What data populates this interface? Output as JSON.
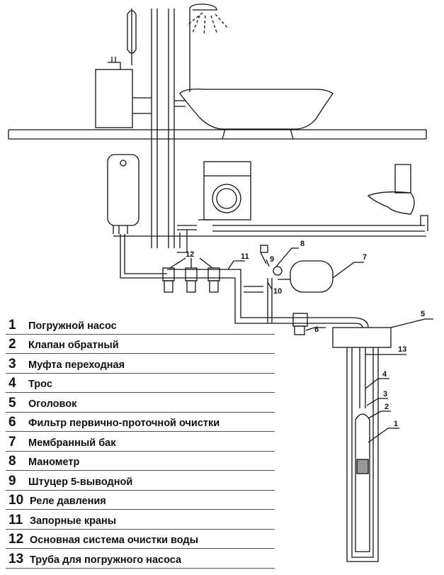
{
  "legend": [
    {
      "num": "1",
      "text": "Погружной насос"
    },
    {
      "num": "2",
      "text": "Клапан обратный"
    },
    {
      "num": "3",
      "text": "Муфта переходная"
    },
    {
      "num": "4",
      "text": "Трос"
    },
    {
      "num": "5",
      "text": "Оголовок"
    },
    {
      "num": "6",
      "text": "Фильтр первично-проточной очистки"
    },
    {
      "num": "7",
      "text": "Мембранный бак"
    },
    {
      "num": "8",
      "text": "Манометр"
    },
    {
      "num": "9",
      "text": "Штуцер 5-выводной"
    },
    {
      "num": "10",
      "text": "Реле давления"
    },
    {
      "num": "11",
      "text": "Запорные краны"
    },
    {
      "num": "12",
      "text": "Основная система очистки воды"
    },
    {
      "num": "13",
      "text": "Труба для погружного насоса"
    }
  ],
  "callouts": {
    "c1": "1",
    "c2": "2",
    "c3": "3",
    "c4": "4",
    "c5a": "5",
    "c6": "6",
    "c7": "7",
    "c8": "8",
    "c9": "9",
    "c10": "10",
    "c11": "11",
    "c12": "12",
    "c13": "13"
  }
}
